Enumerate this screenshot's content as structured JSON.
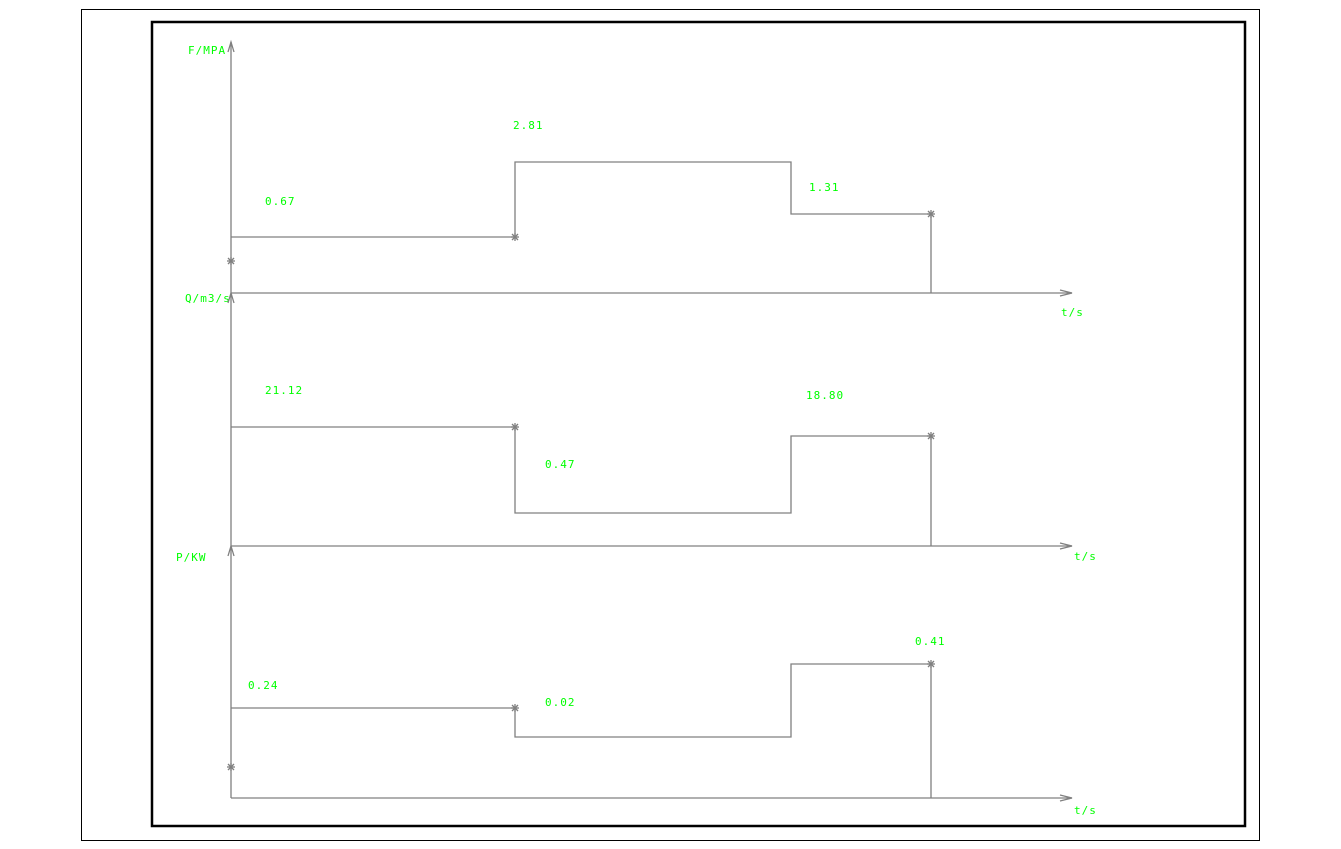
{
  "colors": {
    "line": "#808080",
    "text": "#00ff00",
    "frame": "#000000"
  },
  "chart_data": [
    {
      "type": "line",
      "step": true,
      "ylabel": "F/MPA",
      "xlabel": "t/s",
      "segments": [
        0.67,
        2.81,
        1.31
      ],
      "value_labels": [
        "0.67",
        "2.81",
        "1.31"
      ]
    },
    {
      "type": "line",
      "step": true,
      "ylabel": "Q/m3/s",
      "xlabel": "t/s",
      "segments": [
        21.12,
        0.47,
        18.8
      ],
      "value_labels": [
        "21.12",
        "0.47",
        "18.80"
      ]
    },
    {
      "type": "line",
      "step": true,
      "ylabel": "P/KW",
      "xlabel": "t/s",
      "segments": [
        0.24,
        0.02,
        0.41
      ],
      "value_labels": [
        "0.24",
        "0.02",
        "0.41"
      ]
    }
  ]
}
